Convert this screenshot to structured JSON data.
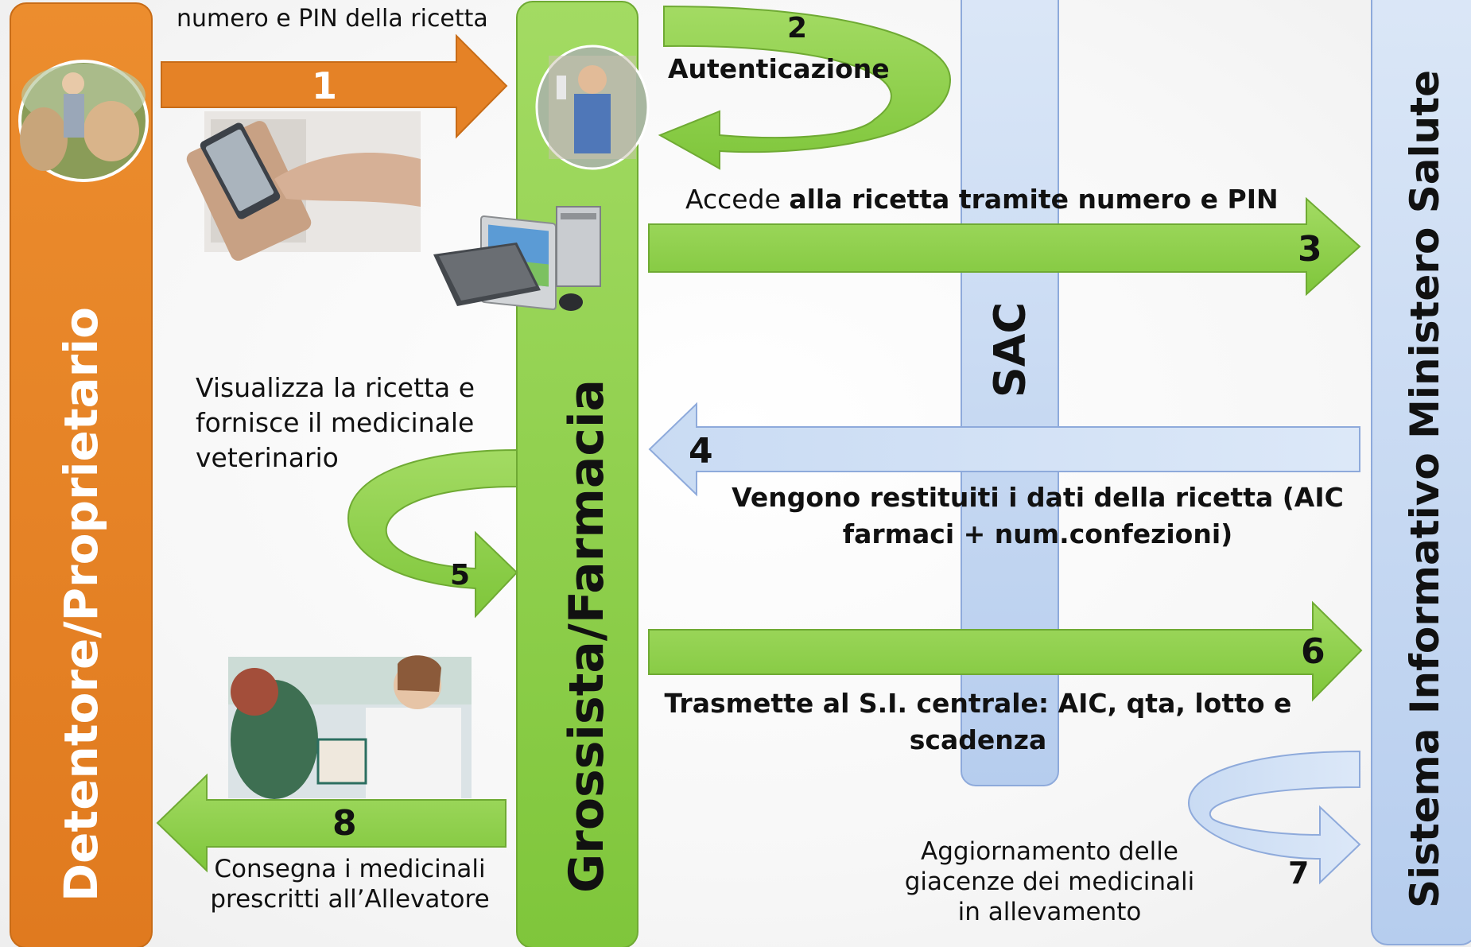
{
  "lanes": {
    "holder": "Detentore/Proprietario",
    "pharmacy": "Grossista/Farmacia",
    "sac": "SAC",
    "ministry": "Sistema Informativo Ministero Salute"
  },
  "steps": [
    {
      "num": "1",
      "text": "numero e PIN della ricetta"
    },
    {
      "num": "2",
      "text": "Autenticazione"
    },
    {
      "num": "3",
      "text_plain": "Accede ",
      "text_bold": "alla ricetta tramite numero e PIN"
    },
    {
      "num": "4",
      "lines": [
        "Vengono restituiti i dati della ricetta (AIC",
        "farmaci + num.confezioni)"
      ]
    },
    {
      "num": "5",
      "lines": [
        "Visualizza la ricetta e",
        "fornisce il medicinale",
        "veterinario"
      ]
    },
    {
      "num": "6",
      "lines": [
        "Trasmette al S.I. centrale: AIC, qta, lotto e",
        "scadenza"
      ]
    },
    {
      "num": "7",
      "lines": [
        "Aggiornamento delle",
        "giacenze dei medicinali",
        "in allevamento"
      ]
    },
    {
      "num": "8",
      "lines": [
        "Consegna i medicinali",
        "prescritti all’Allevatore"
      ]
    }
  ],
  "colors": {
    "orange": "#E58226",
    "green": "#92D050",
    "blue": "#C5D9F1",
    "blue_border": "#8EAADB"
  },
  "icons": [
    "farmer-photo",
    "smartphone-photo",
    "pharmacist-photo",
    "computer-icon",
    "pharmacy-counter-photo"
  ]
}
